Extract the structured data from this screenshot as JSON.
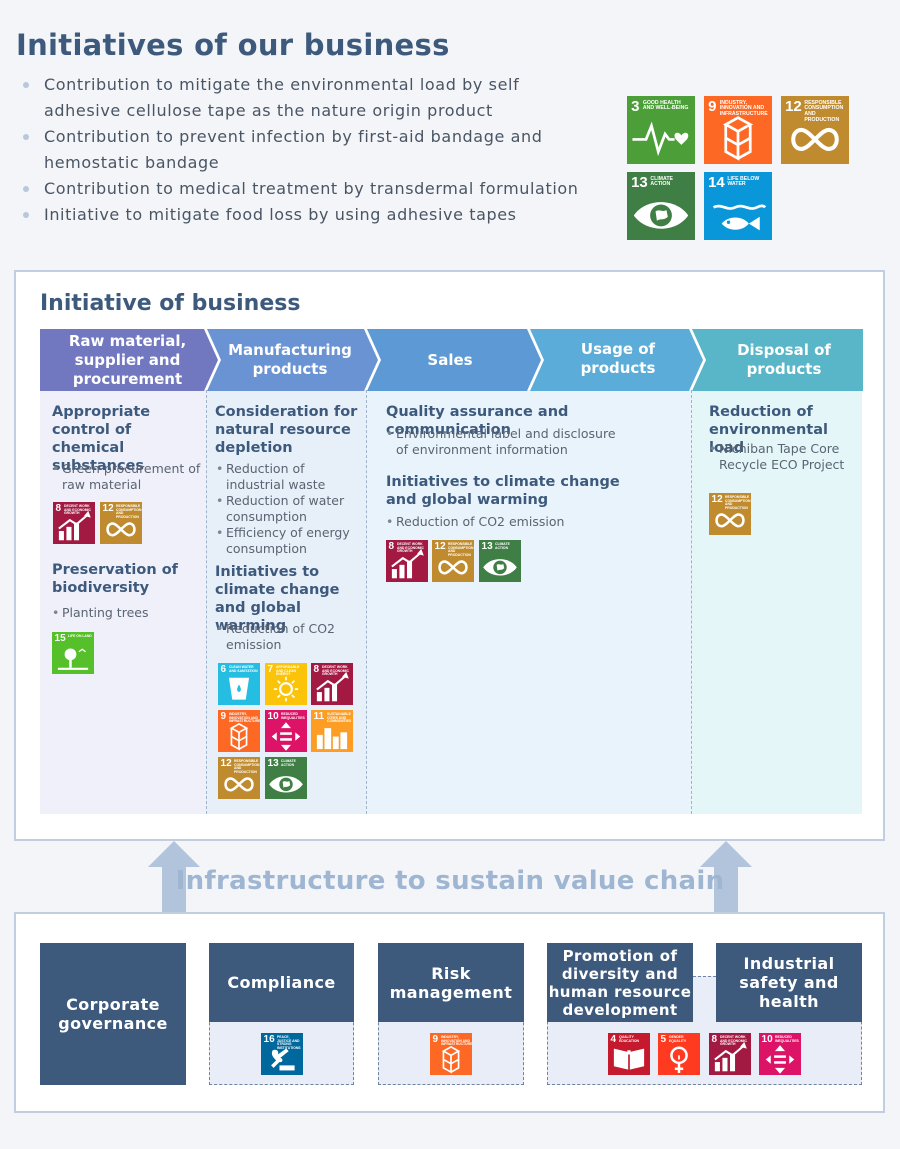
{
  "page": {
    "title": "Initiatives of our business",
    "bullets": [
      "Contribution to mitigate the environmental load by self adhesive cellulose tape as the nature origin product",
      "Contribution to prevent infection by first-aid bandage and hemostatic bandage",
      "Contribution to medical treatment by transdermal formulation",
      "Initiative to mitigate food loss by using adhesive tapes"
    ]
  },
  "sdg_goals": {
    "g3": {
      "num": "3",
      "label": "Good health and well-being",
      "color": "#4c9f38"
    },
    "g4": {
      "num": "4",
      "label": "Quality education",
      "color": "#c5192d"
    },
    "g5": {
      "num": "5",
      "label": "Gender equality",
      "color": "#ff3a21"
    },
    "g6": {
      "num": "6",
      "label": "Clean water and sanitation",
      "color": "#26bde2"
    },
    "g7": {
      "num": "7",
      "label": "Affordable and clean energy",
      "color": "#fcc30b"
    },
    "g8": {
      "num": "8",
      "label": "Decent work and economic growth",
      "color": "#a21942"
    },
    "g9": {
      "num": "9",
      "label": "Industry, innovation and infrastructure",
      "color": "#fd6925"
    },
    "g10": {
      "num": "10",
      "label": "Reduced inequalities",
      "color": "#dd1367"
    },
    "g11": {
      "num": "11",
      "label": "Sustainable cities and communities",
      "color": "#fd9d24"
    },
    "g12": {
      "num": "12",
      "label": "Responsible consumption and production",
      "color": "#bf8b2e"
    },
    "g13": {
      "num": "13",
      "label": "Climate action",
      "color": "#3f7e44"
    },
    "g14": {
      "num": "14",
      "label": "Life below water",
      "color": "#0a97d9"
    },
    "g15": {
      "num": "15",
      "label": "Life on land",
      "color": "#56c02b"
    },
    "g16": {
      "num": "16",
      "label": "Peace, justice and strong institutions",
      "color": "#00689d"
    }
  },
  "value_chain": {
    "title": "Initiative of business",
    "stages": [
      {
        "label": "Raw material, supplier and procurement",
        "color": "#7178bf"
      },
      {
        "label": "Manufacturing products",
        "color": "#6a93d3"
      },
      {
        "label": "Sales",
        "color": "#5d9ad5"
      },
      {
        "label": "Usage of products",
        "color": "#5cacd9"
      },
      {
        "label": "Disposal of products",
        "color": "#58b6c8"
      }
    ],
    "raw": {
      "h1": "Appropriate control of chemical substances",
      "b1": "Green procurement of raw material",
      "h2": "Preservation of biodiversity",
      "b2": "Planting trees"
    },
    "manufacturing": {
      "h1": "Consideration for natural resource depletion",
      "b1": "Reduction of industrial waste",
      "b2": "Reduction of water consumption",
      "b3": "Efficiency of energy consumption",
      "h2": "Initiatives to climate change and global warming",
      "b4": "Reduction of CO2 emission"
    },
    "sales_usage": {
      "h1": "Quality assurance and communication",
      "b1": "Environmental label and disclosure of environment information",
      "h2": "Initiatives to climate change and global warming",
      "b2": "Reduction of CO2 emission"
    },
    "disposal": {
      "h1": "Reduction of environmental load",
      "b1": "Nichiban Tape Core Recycle ECO Project"
    }
  },
  "infrastructure": {
    "title": "Infrastructure to sustain value chain",
    "items": [
      "Corporate governance",
      "Compliance",
      "Risk management",
      "Promotion of diversity and human resource development",
      "Industrial safety and health"
    ]
  }
}
